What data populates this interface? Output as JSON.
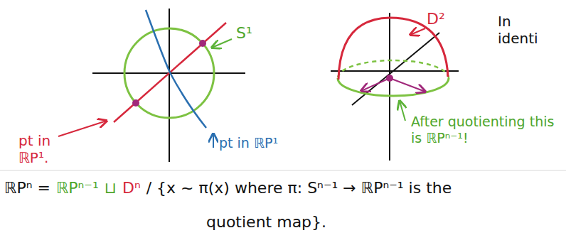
{
  "diagram": {
    "labels": [
      "S¹",
      "pt in ℝP¹.",
      "pt in ℝP¹",
      "D²",
      "In identi",
      "After quotienting this is ℝPⁿ⁻¹!",
      "ℝPⁿ =",
      "ℝPⁿ⁻¹",
      "⊔",
      "Dⁿ",
      "/ {x ~ π(x) where π: Sⁿ⁻¹ → ℝPⁿ⁻¹ is the",
      "quotient map}."
    ]
  }
}
